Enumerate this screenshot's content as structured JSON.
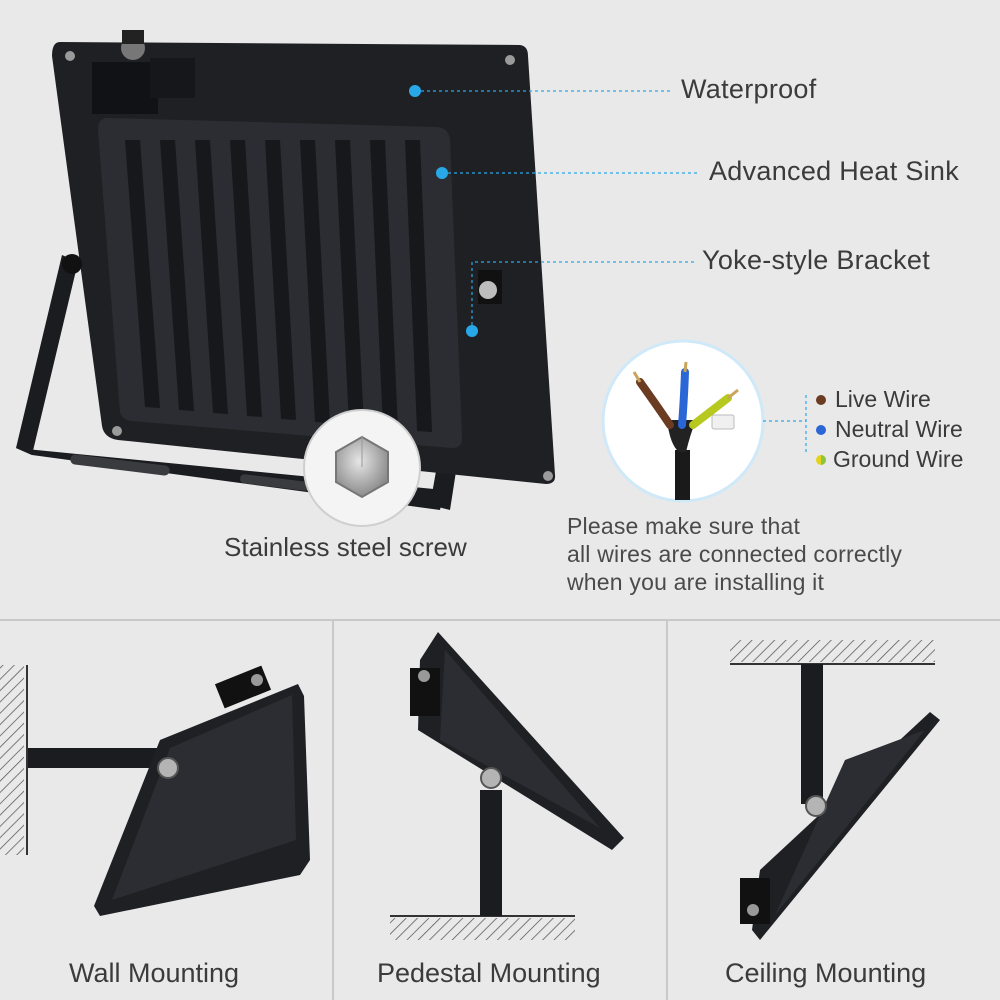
{
  "callouts": {
    "waterproof": "Waterproof",
    "heat_sink": "Advanced Heat Sink",
    "bracket": "Yoke-style Bracket",
    "screw": "Stainless steel screw"
  },
  "wires": [
    {
      "label": "Live Wire",
      "color": "#6b3b22"
    },
    {
      "label": "Neutral Wire",
      "color": "#2a66d6"
    },
    {
      "label": "Ground Wire",
      "color": "#b7c81e"
    }
  ],
  "note": [
    "Please make sure that",
    "all wires are connected correctly",
    "when you are installing it"
  ],
  "mountings": [
    {
      "label": "Wall Mounting"
    },
    {
      "label": "Pedestal Mounting"
    },
    {
      "label": "Ceiling Mounting"
    }
  ],
  "colors": {
    "background": "#e9e9e9",
    "accent": "#29a8e8",
    "panel_divider": "#c9c9c9",
    "fixture": "#202226"
  }
}
